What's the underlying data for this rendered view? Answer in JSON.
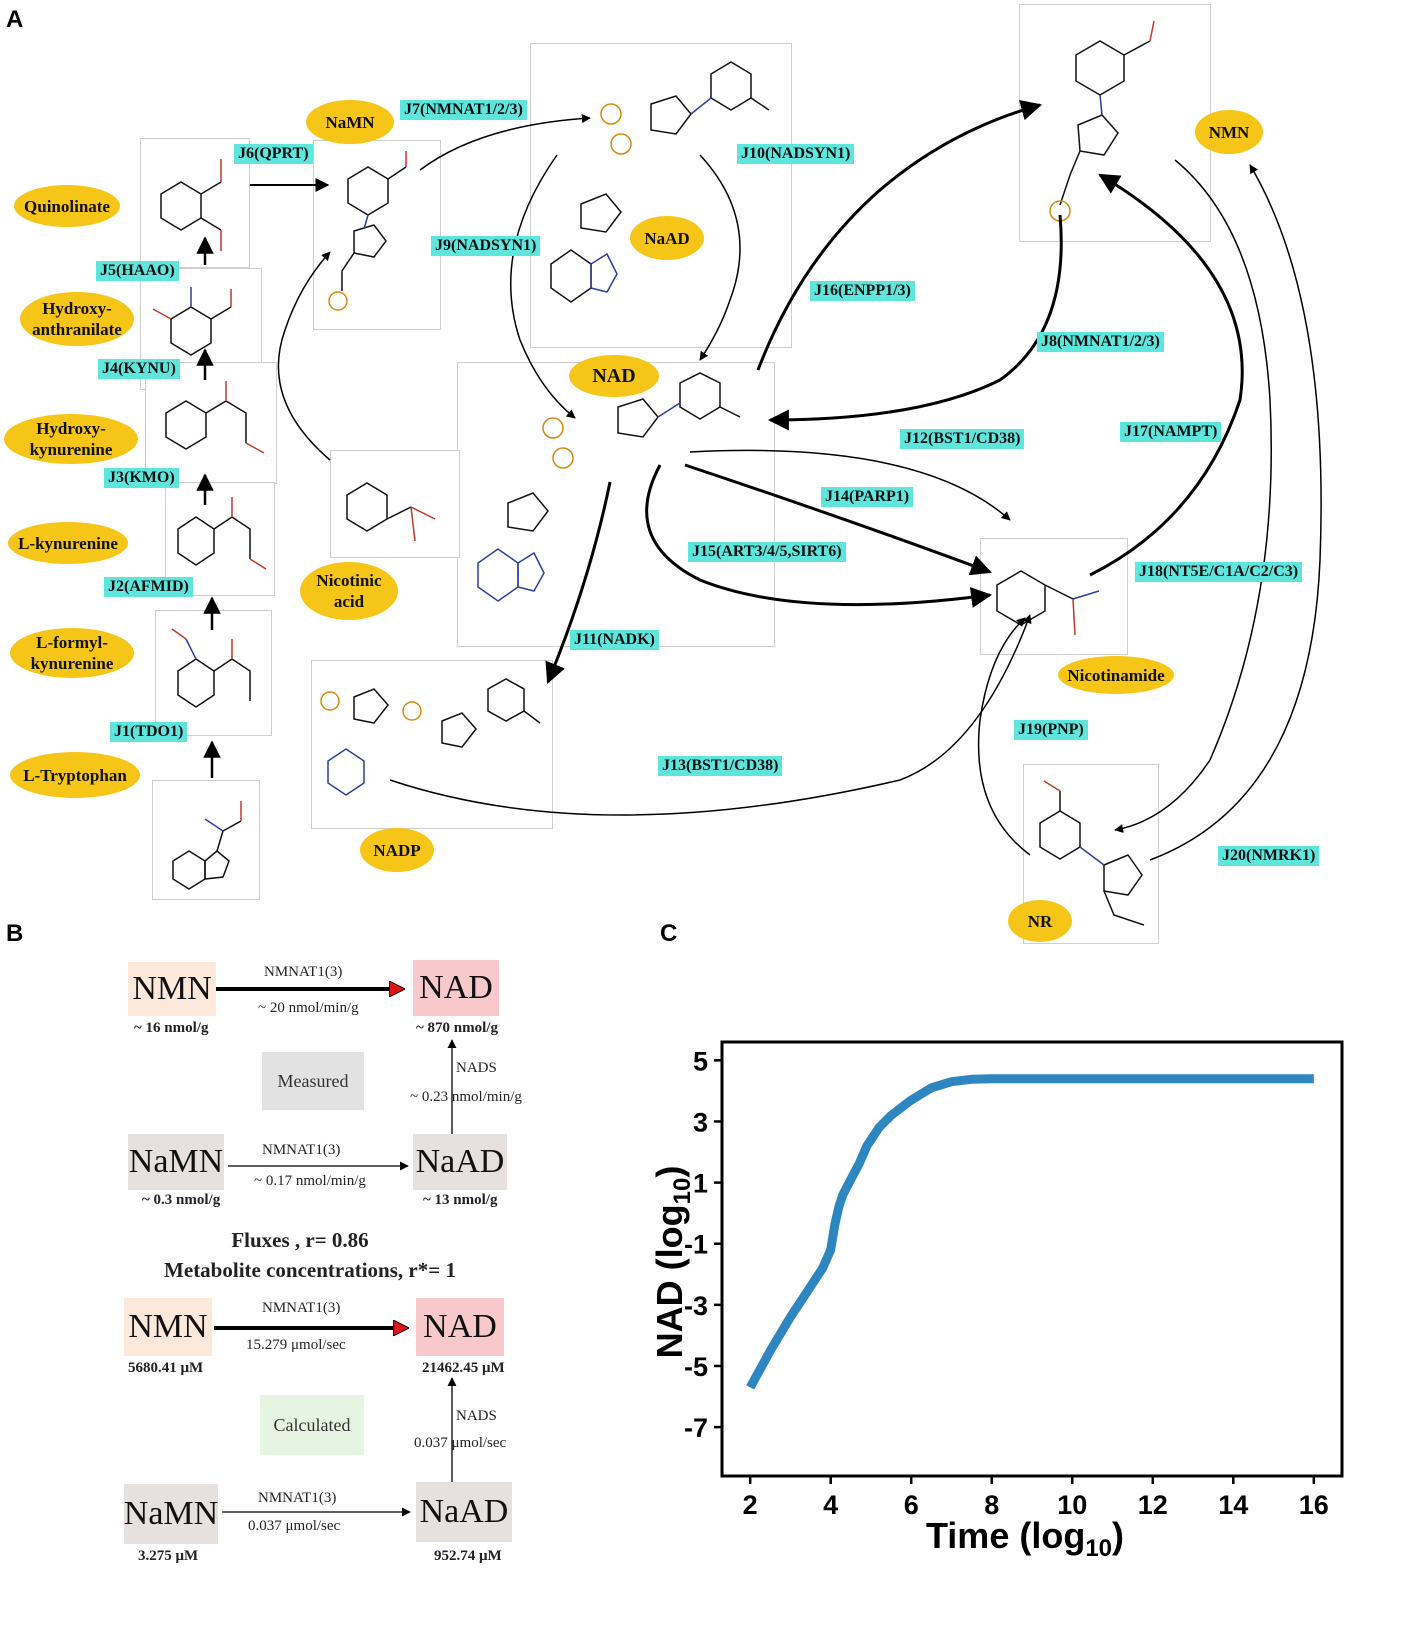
{
  "panels": {
    "a": "A",
    "b": "B",
    "c": "C"
  },
  "metabolites": {
    "quinolinate": "Quinolinate",
    "hydroxy_anthranilate": "Hydroxy-\nanthranilate",
    "hydroxy_kynurenine": "Hydroxy-\nkynurenine",
    "l_kynurenine": "L-kynurenine",
    "l_formyl_kynurenine": "L-formyl-\nkynurenine",
    "l_tryptophan": "L-Tryptophan",
    "namn": "NaMN",
    "naad": "NaAD",
    "nad": "NAD",
    "nicotinic_acid": "Nicotinic\nacid",
    "nadp": "NADP",
    "nmn": "NMN",
    "nicotinamide": "Nicotinamide",
    "nr": "NR"
  },
  "reactions": {
    "j1": "J1(TDO1)",
    "j2": "J2(AFMID)",
    "j3": "J3(KMO)",
    "j4": "J4(KYNU)",
    "j5": "J5(HAAO)",
    "j6": "J6(QPRT)",
    "j7": "J7(NMNAT1/2/3)",
    "j8": "J8(NMNAT1/2/3)",
    "j9": "J9(NADSYN1)",
    "j10": "J10(NADSYN1)",
    "j11": "J11(NADK)",
    "j12": "J12(BST1/CD38)",
    "j13": "J13(BST1/CD38)",
    "j14": "J14(PARP1)",
    "j15": "J15(ART3/4/5,SIRT6)",
    "j16": "J16(ENPP1/3)",
    "j17": "J17(NAMPT)",
    "j18": "J18(NT5E/C1A/C2/C3)",
    "j19": "J19(PNP)",
    "j20": "J20(NMRK1)"
  },
  "panel_b": {
    "measured": {
      "label": "Measured",
      "nmn": {
        "name": "NMN",
        "conc": "~ 16 nmol/g"
      },
      "nad": {
        "name": "NAD",
        "conc": "~ 870 nmol/g"
      },
      "namn": {
        "name": "NaMN",
        "conc": "~ 0.3 nmol/g"
      },
      "naad": {
        "name": "NaAD",
        "conc": "~ 13 nmol/g"
      },
      "nmn_nad": {
        "enzyme": "NMNAT1(3)",
        "flux": "~ 20 nmol/min/g"
      },
      "namn_naad": {
        "enzyme": "NMNAT1(3)",
        "flux": "~ 0.17 nmol/min/g"
      },
      "naad_nad": {
        "enzyme": "NADS",
        "flux": "~ 0.23 nmol/min/g"
      }
    },
    "correlation": {
      "line1": "Fluxes , r= 0.86",
      "line2": "Metabolite concentrations,  r*= 1"
    },
    "calculated": {
      "label": "Calculated",
      "nmn": {
        "name": "NMN",
        "conc": "5680.41 μM"
      },
      "nad": {
        "name": "NAD",
        "conc": "21462.45  μM"
      },
      "namn": {
        "name": "NaMN",
        "conc": "3.275 μM"
      },
      "naad": {
        "name": "NaAD",
        "conc": "952.74  μM"
      },
      "nmn_nad": {
        "enzyme": "NMNAT1(3)",
        "flux": "15.279  μmol/sec"
      },
      "namn_naad": {
        "enzyme": "NMNAT1(3)",
        "flux": "0.037  μmol/sec"
      },
      "naad_nad": {
        "enzyme": "NADS",
        "flux": "0.037  μmol/sec"
      }
    },
    "colors": {
      "nmn_box": "#fde9dc",
      "nad_box": "#f8c9cb",
      "namn_box": "#e6e0df",
      "measured_box": "#e2e2e2",
      "calculated_box": "#e6f5e1",
      "arrow_red": "#e0161b"
    }
  },
  "chart_data": {
    "type": "line",
    "xlabel": "Time (log",
    "xlabel_sub": "10",
    "xlabel_close": ")",
    "ylabel": "NAD (log",
    "ylabel_sub": "10",
    "ylabel_close": ")",
    "xlim": [
      1.3,
      16.7
    ],
    "ylim": [
      -8.6,
      5.6
    ],
    "x_ticks": [
      2,
      4,
      6,
      8,
      10,
      12,
      14,
      16
    ],
    "y_ticks": [
      5,
      3,
      1,
      -1,
      -3,
      -5,
      -7
    ],
    "series": [
      {
        "color": "#2e86c1",
        "x": [
          2.0,
          2.5,
          3.0,
          3.5,
          3.8,
          4.0,
          4.1,
          4.2,
          4.3,
          4.5,
          4.7,
          4.9,
          5.2,
          5.5,
          6.0,
          6.5,
          7.0,
          7.5,
          8.0,
          10.0,
          12.0,
          14.0,
          16.0
        ],
        "y": [
          -5.7,
          -4.5,
          -3.4,
          -2.4,
          -1.8,
          -1.2,
          -0.4,
          0.2,
          0.6,
          1.1,
          1.6,
          2.2,
          2.8,
          3.2,
          3.7,
          4.1,
          4.3,
          4.38,
          4.4,
          4.4,
          4.4,
          4.4,
          4.4
        ]
      }
    ]
  }
}
